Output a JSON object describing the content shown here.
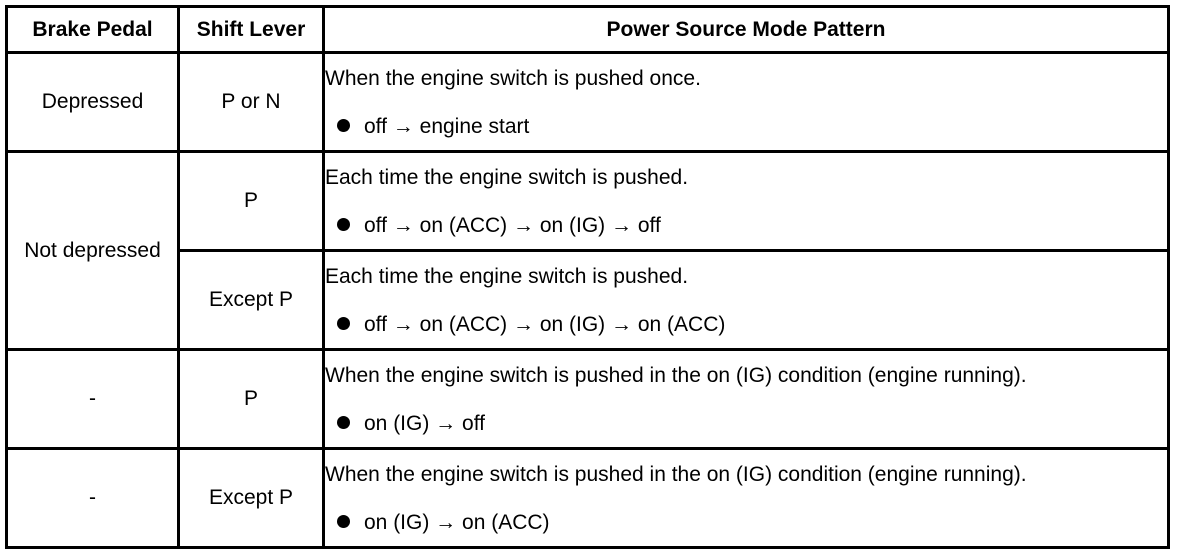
{
  "headers": [
    "Brake Pedal",
    "Shift Lever",
    "Power Source Mode Pattern"
  ],
  "rows": [
    {
      "brake": "Depressed",
      "shift": "P or N",
      "condition": "When the engine switch is pushed once.",
      "pattern": "off → engine start"
    },
    {
      "brake": "Not depressed",
      "shift": "P",
      "condition": "Each time the engine switch is pushed.",
      "pattern": "off → on (ACC) → on (IG) → off"
    },
    {
      "shift": "Except P",
      "condition": "Each time the engine switch is pushed.",
      "pattern": "off → on (ACC) → on (IG) → on (ACC)"
    },
    {
      "brake": "-",
      "shift": "P",
      "condition": "When the engine switch is pushed in the on (IG) condition (engine running).",
      "pattern": "on (IG) → off"
    },
    {
      "brake": "-",
      "shift": "Except P",
      "condition": "When the engine switch is pushed in the on (IG) condition (engine running).",
      "pattern": "on (IG) → on (ACC)"
    }
  ]
}
